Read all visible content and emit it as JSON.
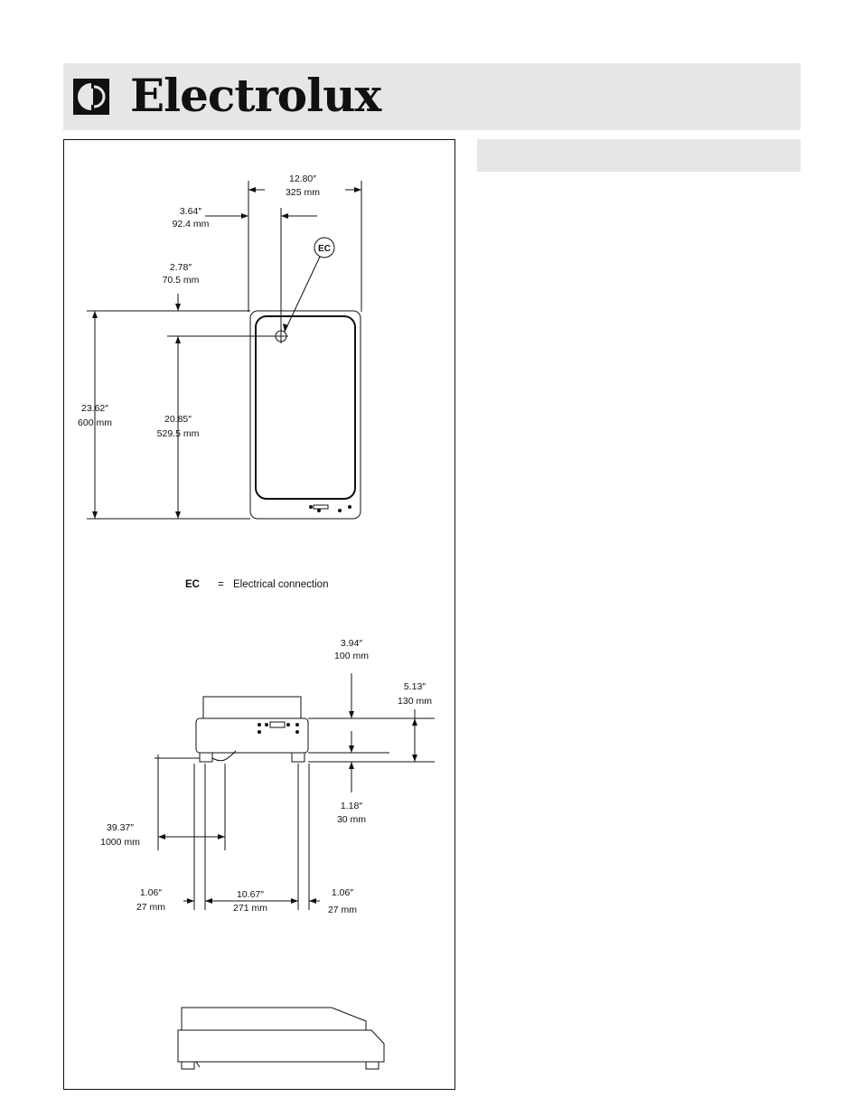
{
  "header": {
    "brand": "Electrolux",
    "logo_icon": "electrolux-logo-icon"
  },
  "top_view": {
    "dims": {
      "width_in": "12.80″",
      "width_mm": "325 mm",
      "ec_offset_x_in": "3.64″",
      "ec_offset_x_mm": "92.4 mm",
      "ec_offset_y_in": "2.78″",
      "ec_offset_y_mm": "70.5 mm",
      "depth_in": "23.62″",
      "depth_mm": "600 mm",
      "ec_depth_in": "20.85″",
      "ec_depth_mm": "529.5 mm"
    },
    "ec_callout": "EC"
  },
  "legend": {
    "abbr": "EC",
    "eq": "=",
    "desc": "Electrical connection"
  },
  "front_view": {
    "dims": {
      "height_body_in": "3.94″",
      "height_body_mm": "100 mm",
      "height_total_in": "5.13″",
      "height_total_mm": "130 mm",
      "feet_in": "1.18″",
      "feet_mm": "30 mm",
      "cord_in": "39.37″",
      "cord_mm": "1000 mm",
      "foot_left_in": "1.06″",
      "foot_left_mm": "27 mm",
      "feet_span_in": "10.67″",
      "feet_span_mm": "271 mm",
      "foot_right_in": "1.06″",
      "foot_right_mm": "27 mm"
    }
  }
}
